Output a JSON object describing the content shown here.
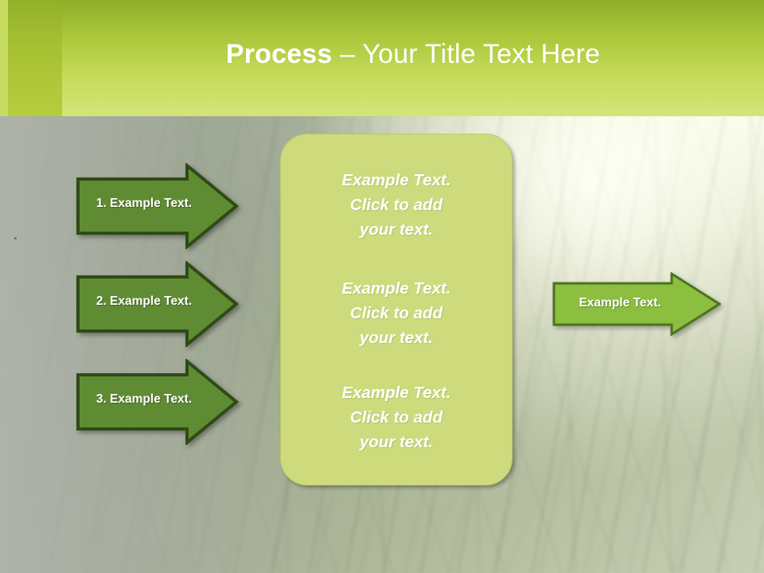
{
  "slide": {
    "title": {
      "strong": "Process",
      "rest": " – Your Title Text Here"
    },
    "left_steps": [
      {
        "label": "1. Example Text."
      },
      {
        "label": "2. Example Text."
      },
      {
        "label": "3. Example Text."
      }
    ],
    "center_blocks": [
      {
        "line1": "Example Text.",
        "line2": "Click  to add",
        "line3": "your text."
      },
      {
        "line1": "Example Text.",
        "line2": "Click  to add",
        "line3": "your text."
      },
      {
        "line1": "Example Text.",
        "line2": "Click  to add",
        "line3": "your text."
      }
    ],
    "right_arrow": {
      "label": "Example Text."
    },
    "colors": {
      "header_top": "#8fae2a",
      "header_bottom": "#d4e577",
      "arrow_fill": "#5f8c33",
      "arrow_stroke": "#2f4a16",
      "center_box_fill": "#cddb7d",
      "right_arrow_fill": "#8cbe3f",
      "title_text": "#ffffff"
    }
  }
}
